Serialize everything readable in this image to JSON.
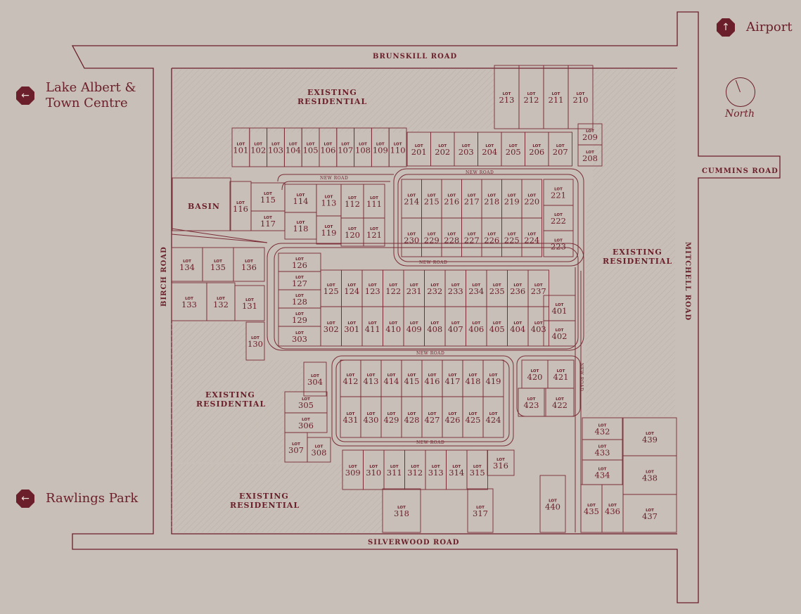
{
  "roads": {
    "brunskill": "BRUNSKILL ROAD",
    "cummins": "CUMMINS ROAD",
    "birch": "BIRCH ROAD",
    "mitchell": "MITCHELL ROAD",
    "silverwood": "SILVERWOOD ROAD",
    "new_road": "NEW ROAD"
  },
  "areas": {
    "existing_residential_1": "EXISTING",
    "existing_residential_2": "RESIDENTIAL",
    "basin": "BASIN"
  },
  "poi": {
    "airport": "Airport",
    "lake_albert_1": "Lake Albert &",
    "lake_albert_2": "Town Centre",
    "rawlings_park": "Rawlings Park"
  },
  "compass": {
    "label": "North"
  },
  "lot_word": "LOT",
  "colors": {
    "accent": "#6b1f2a",
    "background": "#c8bfb8",
    "line": "#7a2c36"
  },
  "lots": [
    "101",
    "102",
    "103",
    "104",
    "105",
    "106",
    "107",
    "108",
    "109",
    "110",
    "201",
    "202",
    "203",
    "204",
    "205",
    "206",
    "207",
    "208",
    "209",
    "210",
    "211",
    "212",
    "213",
    "111",
    "112",
    "113",
    "114",
    "115",
    "116",
    "117",
    "118",
    "119",
    "120",
    "121",
    "214",
    "215",
    "216",
    "217",
    "218",
    "219",
    "220",
    "221",
    "222",
    "223",
    "224",
    "225",
    "226",
    "227",
    "228",
    "229",
    "230",
    "126",
    "127",
    "128",
    "129",
    "303",
    "125",
    "124",
    "123",
    "122",
    "231",
    "232",
    "233",
    "234",
    "235",
    "236",
    "237",
    "401",
    "402",
    "302",
    "301",
    "411",
    "410",
    "409",
    "408",
    "407",
    "406",
    "405",
    "404",
    "403",
    "134",
    "135",
    "136",
    "133",
    "132",
    "131",
    "130",
    "412",
    "413",
    "414",
    "415",
    "416",
    "417",
    "418",
    "419",
    "431",
    "430",
    "429",
    "428",
    "427",
    "426",
    "425",
    "424",
    "420",
    "421",
    "423",
    "422",
    "304",
    "305",
    "306",
    "307",
    "308",
    "309",
    "310",
    "311",
    "312",
    "313",
    "314",
    "315",
    "316",
    "317",
    "318",
    "432",
    "433",
    "434",
    "435",
    "436",
    "437",
    "438",
    "439",
    "440"
  ]
}
